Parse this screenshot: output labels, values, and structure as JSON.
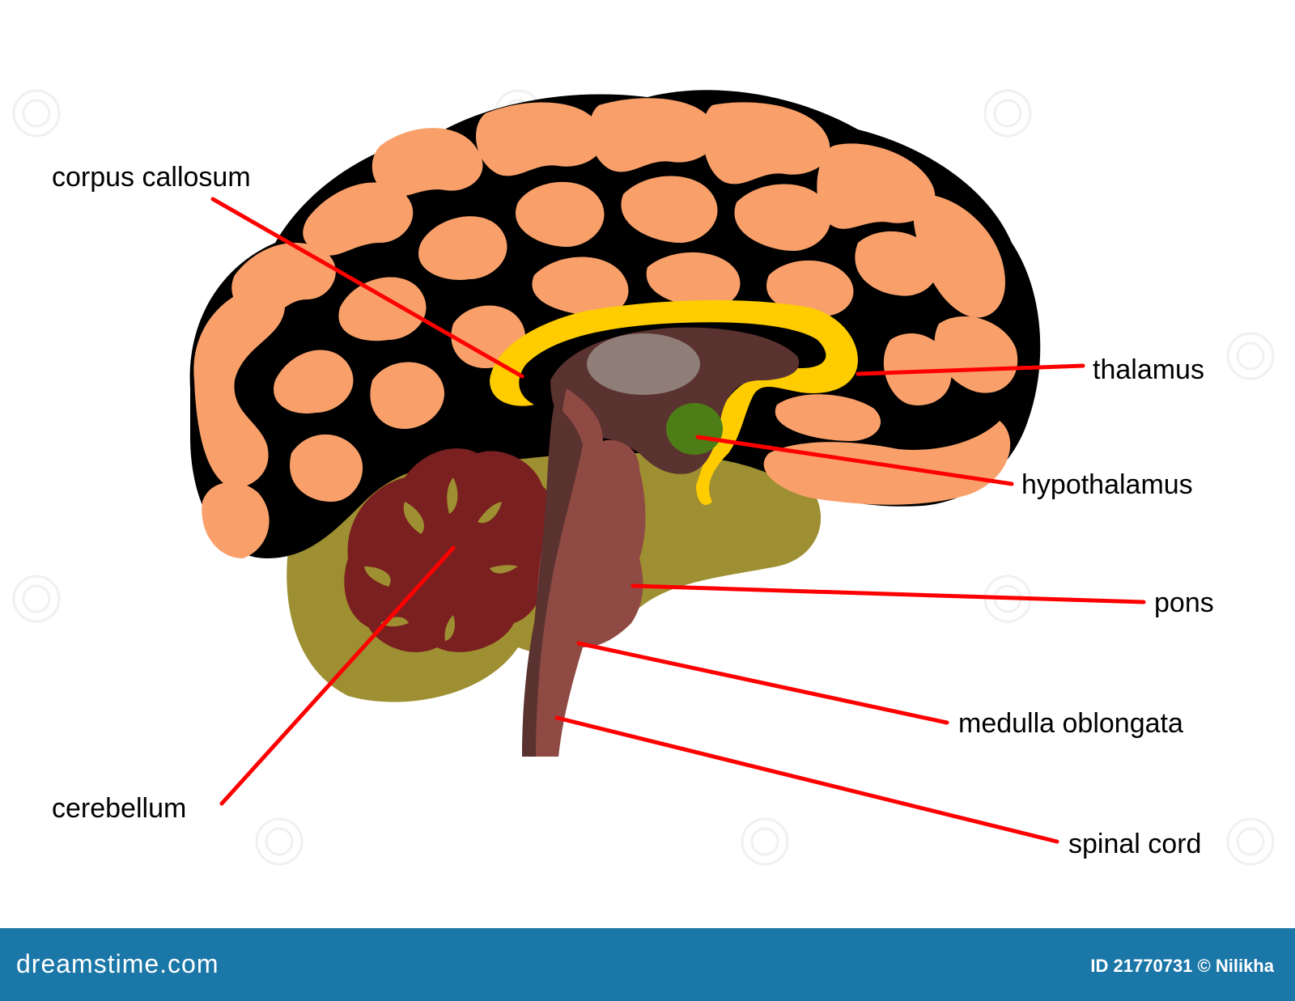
{
  "labels": {
    "corpus_callosum": "corpus callosum",
    "thalamus": "thalamus",
    "hypothalamus": "hypothalamus",
    "pons": "pons",
    "medulla_oblongata": "medulla oblongata",
    "cerebellum": "cerebellum",
    "spinal_cord": "spinal cord"
  },
  "footer": {
    "logo": "dreamstime.com",
    "credit": "ID 21770731 © Nilikha"
  },
  "colors": {
    "cerebrum": "#f9a06a",
    "sulci": "#000000",
    "corpus_callosum": "#ffcc00",
    "brainstem_dark": "#5a3230",
    "thalamus": "#8f7d78",
    "hypothalamus": "#4d7d17",
    "brainstem": "#8f4a44",
    "cerebellum_outer": "#9e8f32",
    "cerebellum_inner": "#7a2020",
    "leader_line": "#ff0000",
    "footer_bar": "#1b77a8"
  }
}
